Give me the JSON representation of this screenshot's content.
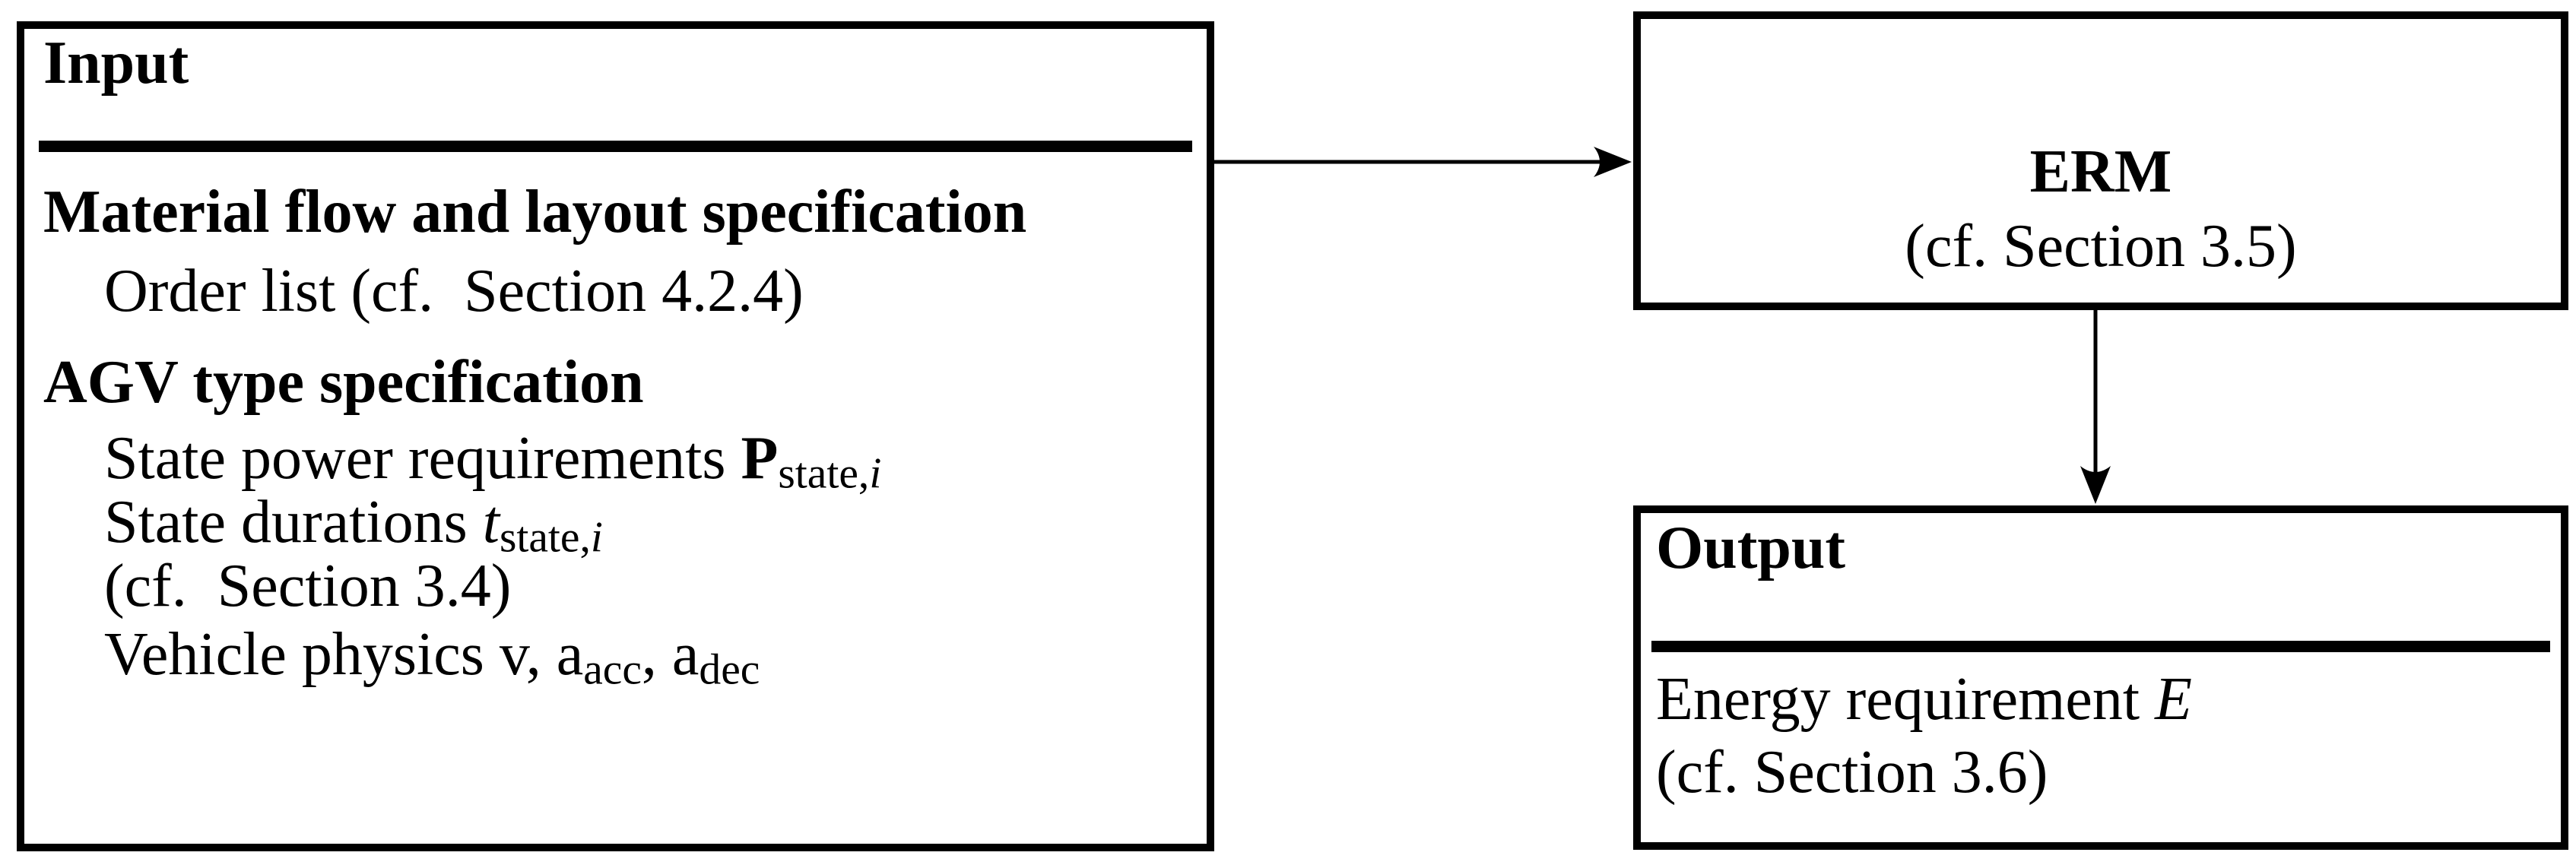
{
  "diagram": {
    "background_color": "#ffffff",
    "ink_color": "#000000",
    "arrows": [
      {
        "name": "input-to-erm",
        "direction": "right"
      },
      {
        "name": "erm-to-output",
        "direction": "down"
      }
    ]
  },
  "input_box": {
    "title": "Input",
    "material_section": {
      "heading": "Material flow and layout specification",
      "order_item": "Order list (cf. Section 4.2.4)"
    },
    "agv_section": {
      "heading": "AGV type specification",
      "state_power": {
        "text": "State power requirements ",
        "symbol": "P",
        "sub": "state,",
        "sub_index": "i"
      },
      "state_durations": {
        "text": "State durations ",
        "symbol": "t",
        "sub": "state,",
        "sub_index": "i"
      },
      "section_ref": "(cf. Section 3.4)",
      "vehicle_physics": {
        "text": "Vehicle physics v, a",
        "sub1": "acc",
        "mid": ", a",
        "sub2": "dec"
      }
    }
  },
  "erm_box": {
    "title": "ERM",
    "subtitle": "(cf. Section 3.5)"
  },
  "output_box": {
    "title": "Output",
    "energy_line": {
      "text": "Energy requirement ",
      "symbol": "E"
    },
    "section_ref": "(cf. Section 3.6)"
  }
}
